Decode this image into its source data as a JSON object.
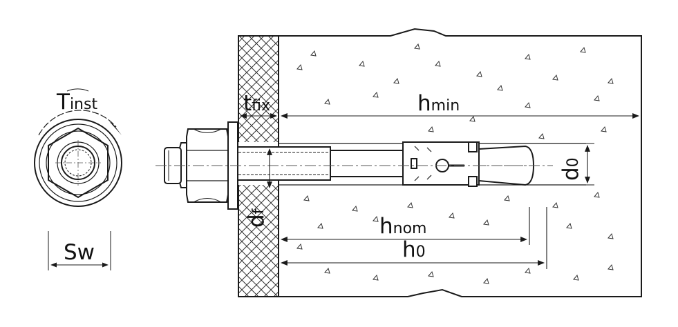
{
  "labels": {
    "tinst_main": "T",
    "tinst_sub": "inst",
    "tfix_main": "t",
    "tfix_sub": "fix",
    "hmin_main": "h",
    "hmin_sub": "min",
    "d0_main": "d",
    "d0_sub": "0",
    "df_main": "d",
    "df_sub": "f",
    "hnom_main": "h",
    "hnom_sub": "nom",
    "h0_main": "h",
    "h0_sub": "0",
    "sw": "Sw"
  },
  "colors": {
    "line": "#1a1a1a",
    "concrete": "#ffffff",
    "hatch": "#333333",
    "centerline": "#555555"
  }
}
